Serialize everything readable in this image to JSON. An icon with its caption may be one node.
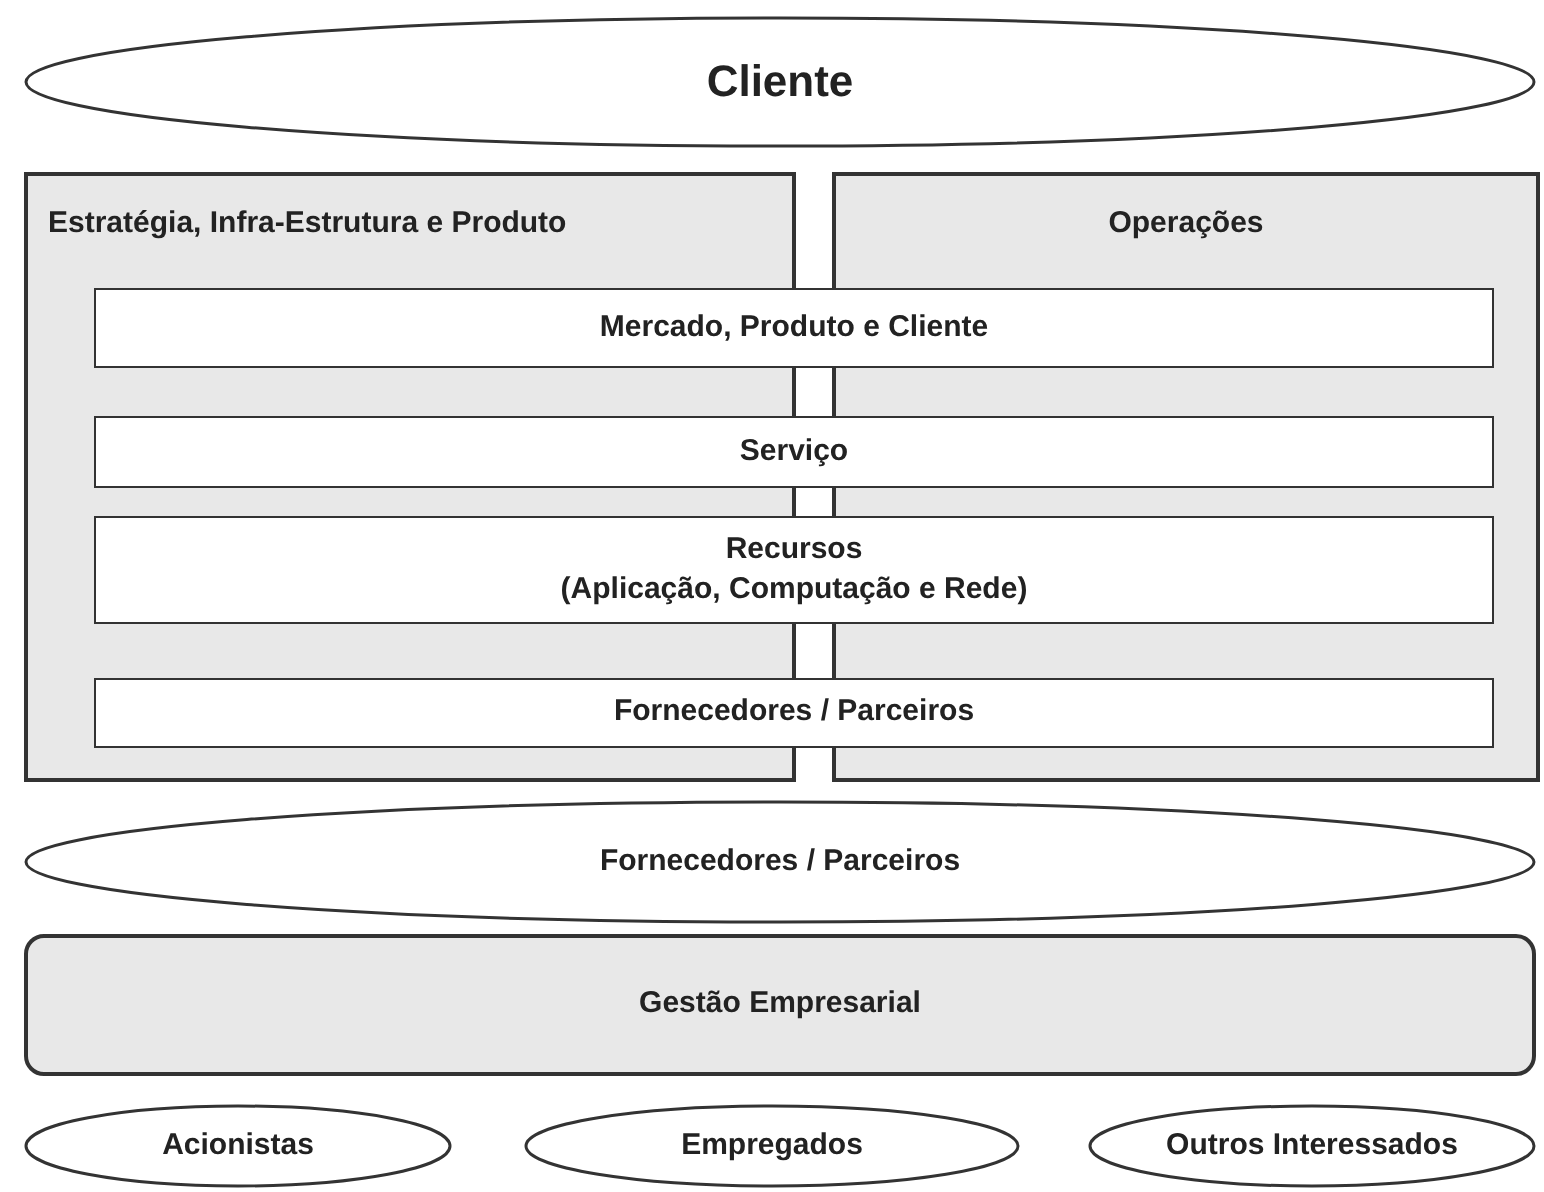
{
  "diagram": {
    "nodes": [
      {
        "text": [
          "Cliente"
        ]
      },
      {
        "text": [
          "Estratégia, Infra-Estrutura e Produto"
        ]
      },
      {
        "text": [
          "Operações"
        ]
      },
      {
        "text": [
          "Mercado, Produto e Cliente"
        ]
      },
      {
        "text": [
          "Serviço"
        ]
      },
      {
        "text": [
          "Recursos",
          "(Aplicação, Computação e Rede)"
        ]
      },
      {
        "text": [
          "Fornecedores / Parceiros"
        ]
      },
      {
        "text": [
          "Fornecedores / Parceiros"
        ]
      },
      {
        "text": [
          "Gestão Empresarial"
        ]
      },
      {
        "text": [
          "Acionistas"
        ]
      },
      {
        "text": [
          "Empregados"
        ]
      },
      {
        "text": [
          "Outros Interessados"
        ]
      }
    ]
  }
}
